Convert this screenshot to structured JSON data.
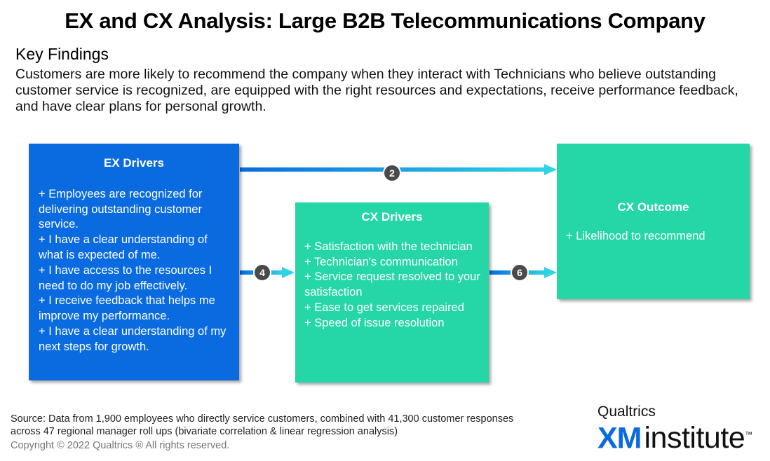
{
  "title": "EX and CX Analysis: Large B2B Telecommunications Company",
  "key_findings": {
    "heading": "Key Findings",
    "body": "Customers are more likely to recommend the company when they interact with Technicians who believe outstanding customer service is recognized, are equipped with the right resources and expectations, receive performance feedback, and have clear plans for personal growth."
  },
  "ex_drivers": {
    "title": "EX Drivers",
    "items": [
      "+ Employees are recognized for delivering outstanding customer service.",
      "+ I have a clear understanding of what is expected of me.",
      "+ I have access to the resources I need to do my job effectively.",
      "+ I receive feedback that helps me improve my performance.",
      "+ I have a clear understanding of my next steps for growth."
    ]
  },
  "cx_drivers": {
    "title": "CX Drivers",
    "items": [
      "+ Satisfaction with the technician",
      "+ Technician's communication",
      "+ Service request resolved to your satisfaction",
      "+ Ease to get services repaired",
      "+ Speed of issue resolution"
    ]
  },
  "cx_outcome": {
    "title": "CX Outcome",
    "items": [
      "+ Likelihood to recommend"
    ]
  },
  "connections": {
    "ex_to_outcome": "2",
    "ex_to_cx": "4",
    "cx_to_outcome": "6"
  },
  "source": "Source: Data from 1,900 employees who directly service customers, combined with 41,300 customer responses across 47 regional manager roll ups  (bivariate correlation & linear regression analysis)",
  "copyright": "Copyright © 2022 Qualtrics ® All rights reserved.",
  "logo": {
    "top": "Qualtrics",
    "xm": "XM",
    "institute": "institute",
    "mark": "™"
  },
  "colors": {
    "ex_box": "#0a6be0",
    "cx_box": "#25d6a7",
    "arrow_start": "#0a6be0",
    "arrow_end": "#2fd3e6",
    "badge": "#4a4a4a"
  }
}
